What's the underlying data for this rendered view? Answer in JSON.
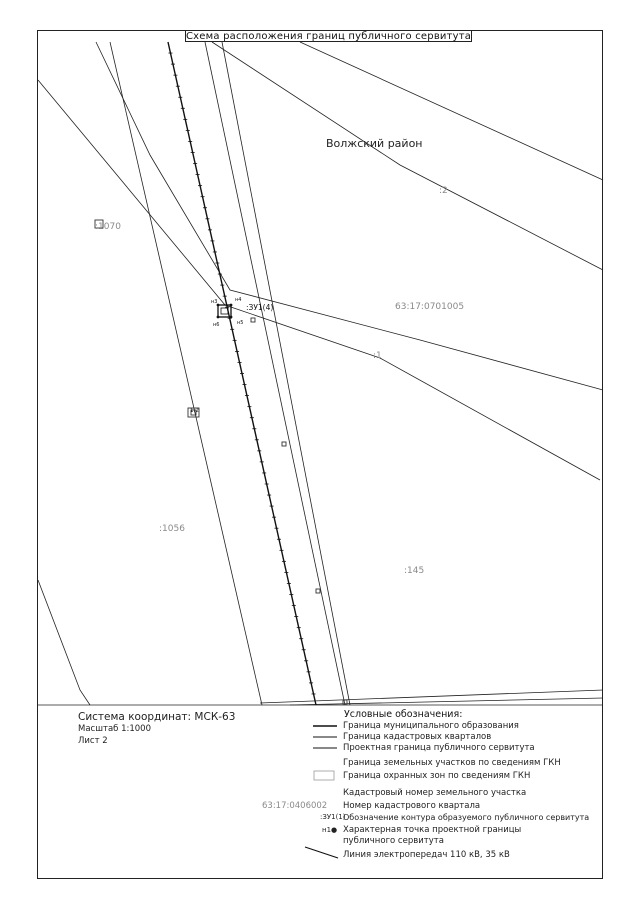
{
  "title": "Схема расположения границ публичного сервитута",
  "map_labels": {
    "district": "Волжский район",
    "q2": ":2",
    "q70": ":1070",
    "kvartal_main": "63:17:0701005",
    "q1": ":1",
    "q1056": ":1056",
    "q145": ":145",
    "zu": ":ЗУ1(4)",
    "pt1": "н3",
    "pt2": "н4",
    "pt3": "н5",
    "pt4": "н6",
    "zone_box": "1:2"
  },
  "info": {
    "coords": "Система координат: МСК-63",
    "scale": "Масштаб 1:1000",
    "sheet": "Лист 2"
  },
  "legend": {
    "title": "Условные обозначения:",
    "items": [
      {
        "label": "Граница муниципального образования"
      },
      {
        "label": "Граница кадастровых кварталов"
      },
      {
        "label": "Проектная граница публичного сервитута"
      },
      {
        "label": "Граница земельных участков по сведениям ГКН"
      },
      {
        "label": "Граница охранных зон по сведениям ГКН"
      },
      {
        "label": "Кадастровый номер земельного участка"
      },
      {
        "sample": "63:17:0406002",
        "label": "Номер кадастрового квартала"
      },
      {
        "sample": ":ЗУ1(1)",
        "label": "Обозначение контура образуемого публичного сервитута"
      },
      {
        "sample": "н1●",
        "label": "Характерная точка проектной границы"
      },
      {
        "label": "публичного сервитута"
      },
      {
        "label": "Линия электропередач 110 кВ, 35 кВ"
      }
    ]
  },
  "colors": {
    "line": "#222222",
    "grey_text": "#8a8a8a"
  }
}
